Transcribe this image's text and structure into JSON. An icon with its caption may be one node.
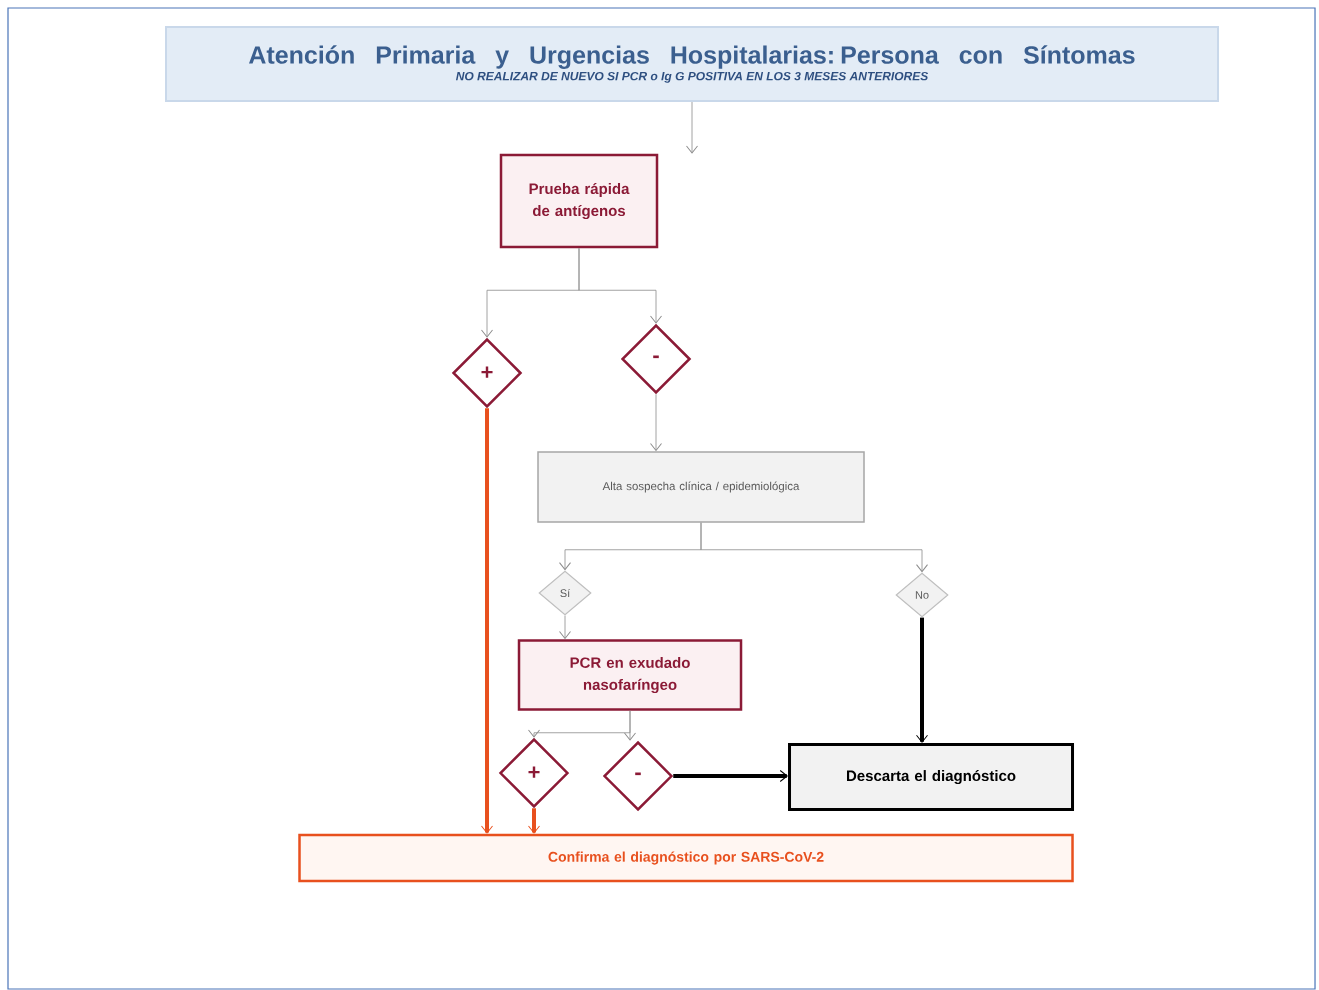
{
  "diagram": {
    "nodes": [
      {
        "text": [
          "Atención Primaria y Urgencias Hospitalarias: Persona con Síntomas",
          "NO REALIZAR DE NUEVO SI PCR o Ig G POSITIVA EN LOS 3 MESES ANTERIORES"
        ]
      },
      {
        "text": [
          "Prueba rápida de antígenos"
        ]
      },
      {
        "text": [
          "+"
        ]
      },
      {
        "text": [
          "-"
        ]
      },
      {
        "text": [
          "Alta sospecha clínica / epidemiológica"
        ]
      },
      {
        "text": [
          "Sí"
        ]
      },
      {
        "text": [
          "No"
        ]
      },
      {
        "text": [
          "PCR en exudado nasofaríngeo"
        ]
      },
      {
        "text": [
          "+"
        ]
      },
      {
        "text": [
          "-"
        ]
      },
      {
        "text": [
          "Descarta el diagnóstico"
        ]
      },
      {
        "text": [
          "Confirma el diagnóstico por SARS-CoV-2"
        ]
      }
    ],
    "edges": [
      {
        "from": 0,
        "to": 1,
        "arrow": "to"
      },
      {
        "from": 1,
        "to": 2,
        "arrow": "to"
      },
      {
        "from": 1,
        "to": 3,
        "arrow": "to"
      },
      {
        "from": 3,
        "to": 4,
        "arrow": "to"
      },
      {
        "from": 4,
        "to": 5,
        "arrow": "to"
      },
      {
        "from": 4,
        "to": 6,
        "arrow": "to"
      },
      {
        "from": 5,
        "to": 7,
        "arrow": "to"
      },
      {
        "from": 7,
        "to": 8,
        "arrow": "to"
      },
      {
        "from": 7,
        "to": 9,
        "arrow": "to"
      },
      {
        "from": 2,
        "to": 11,
        "arrow": "to",
        "style": "thick",
        "color": "#e8501e"
      },
      {
        "from": 8,
        "to": 11,
        "arrow": "to",
        "style": "thick",
        "color": "#e8501e"
      },
      {
        "from": 9,
        "to": 10,
        "arrow": "to",
        "style": "thick",
        "color": "#000000"
      },
      {
        "from": 6,
        "to": 10,
        "arrow": "to",
        "style": "thick",
        "color": "#000000"
      }
    ]
  }
}
